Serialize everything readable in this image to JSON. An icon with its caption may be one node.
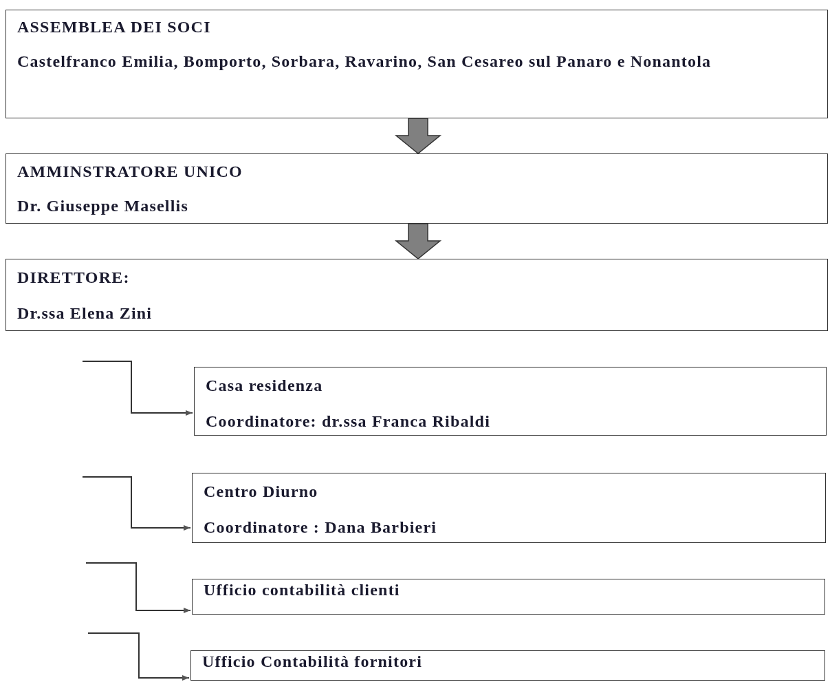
{
  "diagram": {
    "nodes": [
      {
        "text": [
          "ASSEMBLEA DEI SOCI",
          "Castelfranco Emilia, Bomporto, Sorbara,  Ravarino, San Cesareo sul Panaro e Nonantola"
        ]
      },
      {
        "text": [
          "AMMINSTRATORE UNICO",
          "Dr. Giuseppe Masellis"
        ]
      },
      {
        "text": [
          "DIRETTORE:",
          "Dr.ssa Elena Zini"
        ]
      },
      {
        "text": [
          "Casa residenza",
          "Coordinatore: dr.ssa Franca Ribaldi"
        ]
      },
      {
        "text": [
          "Centro Diurno",
          "Coordinatore : Dana Barbieri"
        ]
      },
      {
        "text": [
          "Ufficio contabilità clienti"
        ]
      },
      {
        "text": [
          "Ufficio Contabilità fornitori"
        ]
      }
    ],
    "edges": [
      {
        "from": 0,
        "to": 1,
        "arrow": "to",
        "style": "thick",
        "color": "#808080"
      },
      {
        "from": 1,
        "to": 2,
        "arrow": "to",
        "style": "thick",
        "color": "#808080"
      },
      {
        "from": null,
        "to": 3,
        "arrow": "to"
      },
      {
        "from": null,
        "to": 4,
        "arrow": "to"
      },
      {
        "from": null,
        "to": 5,
        "arrow": "to"
      },
      {
        "from": null,
        "to": 6,
        "arrow": "to"
      }
    ]
  }
}
